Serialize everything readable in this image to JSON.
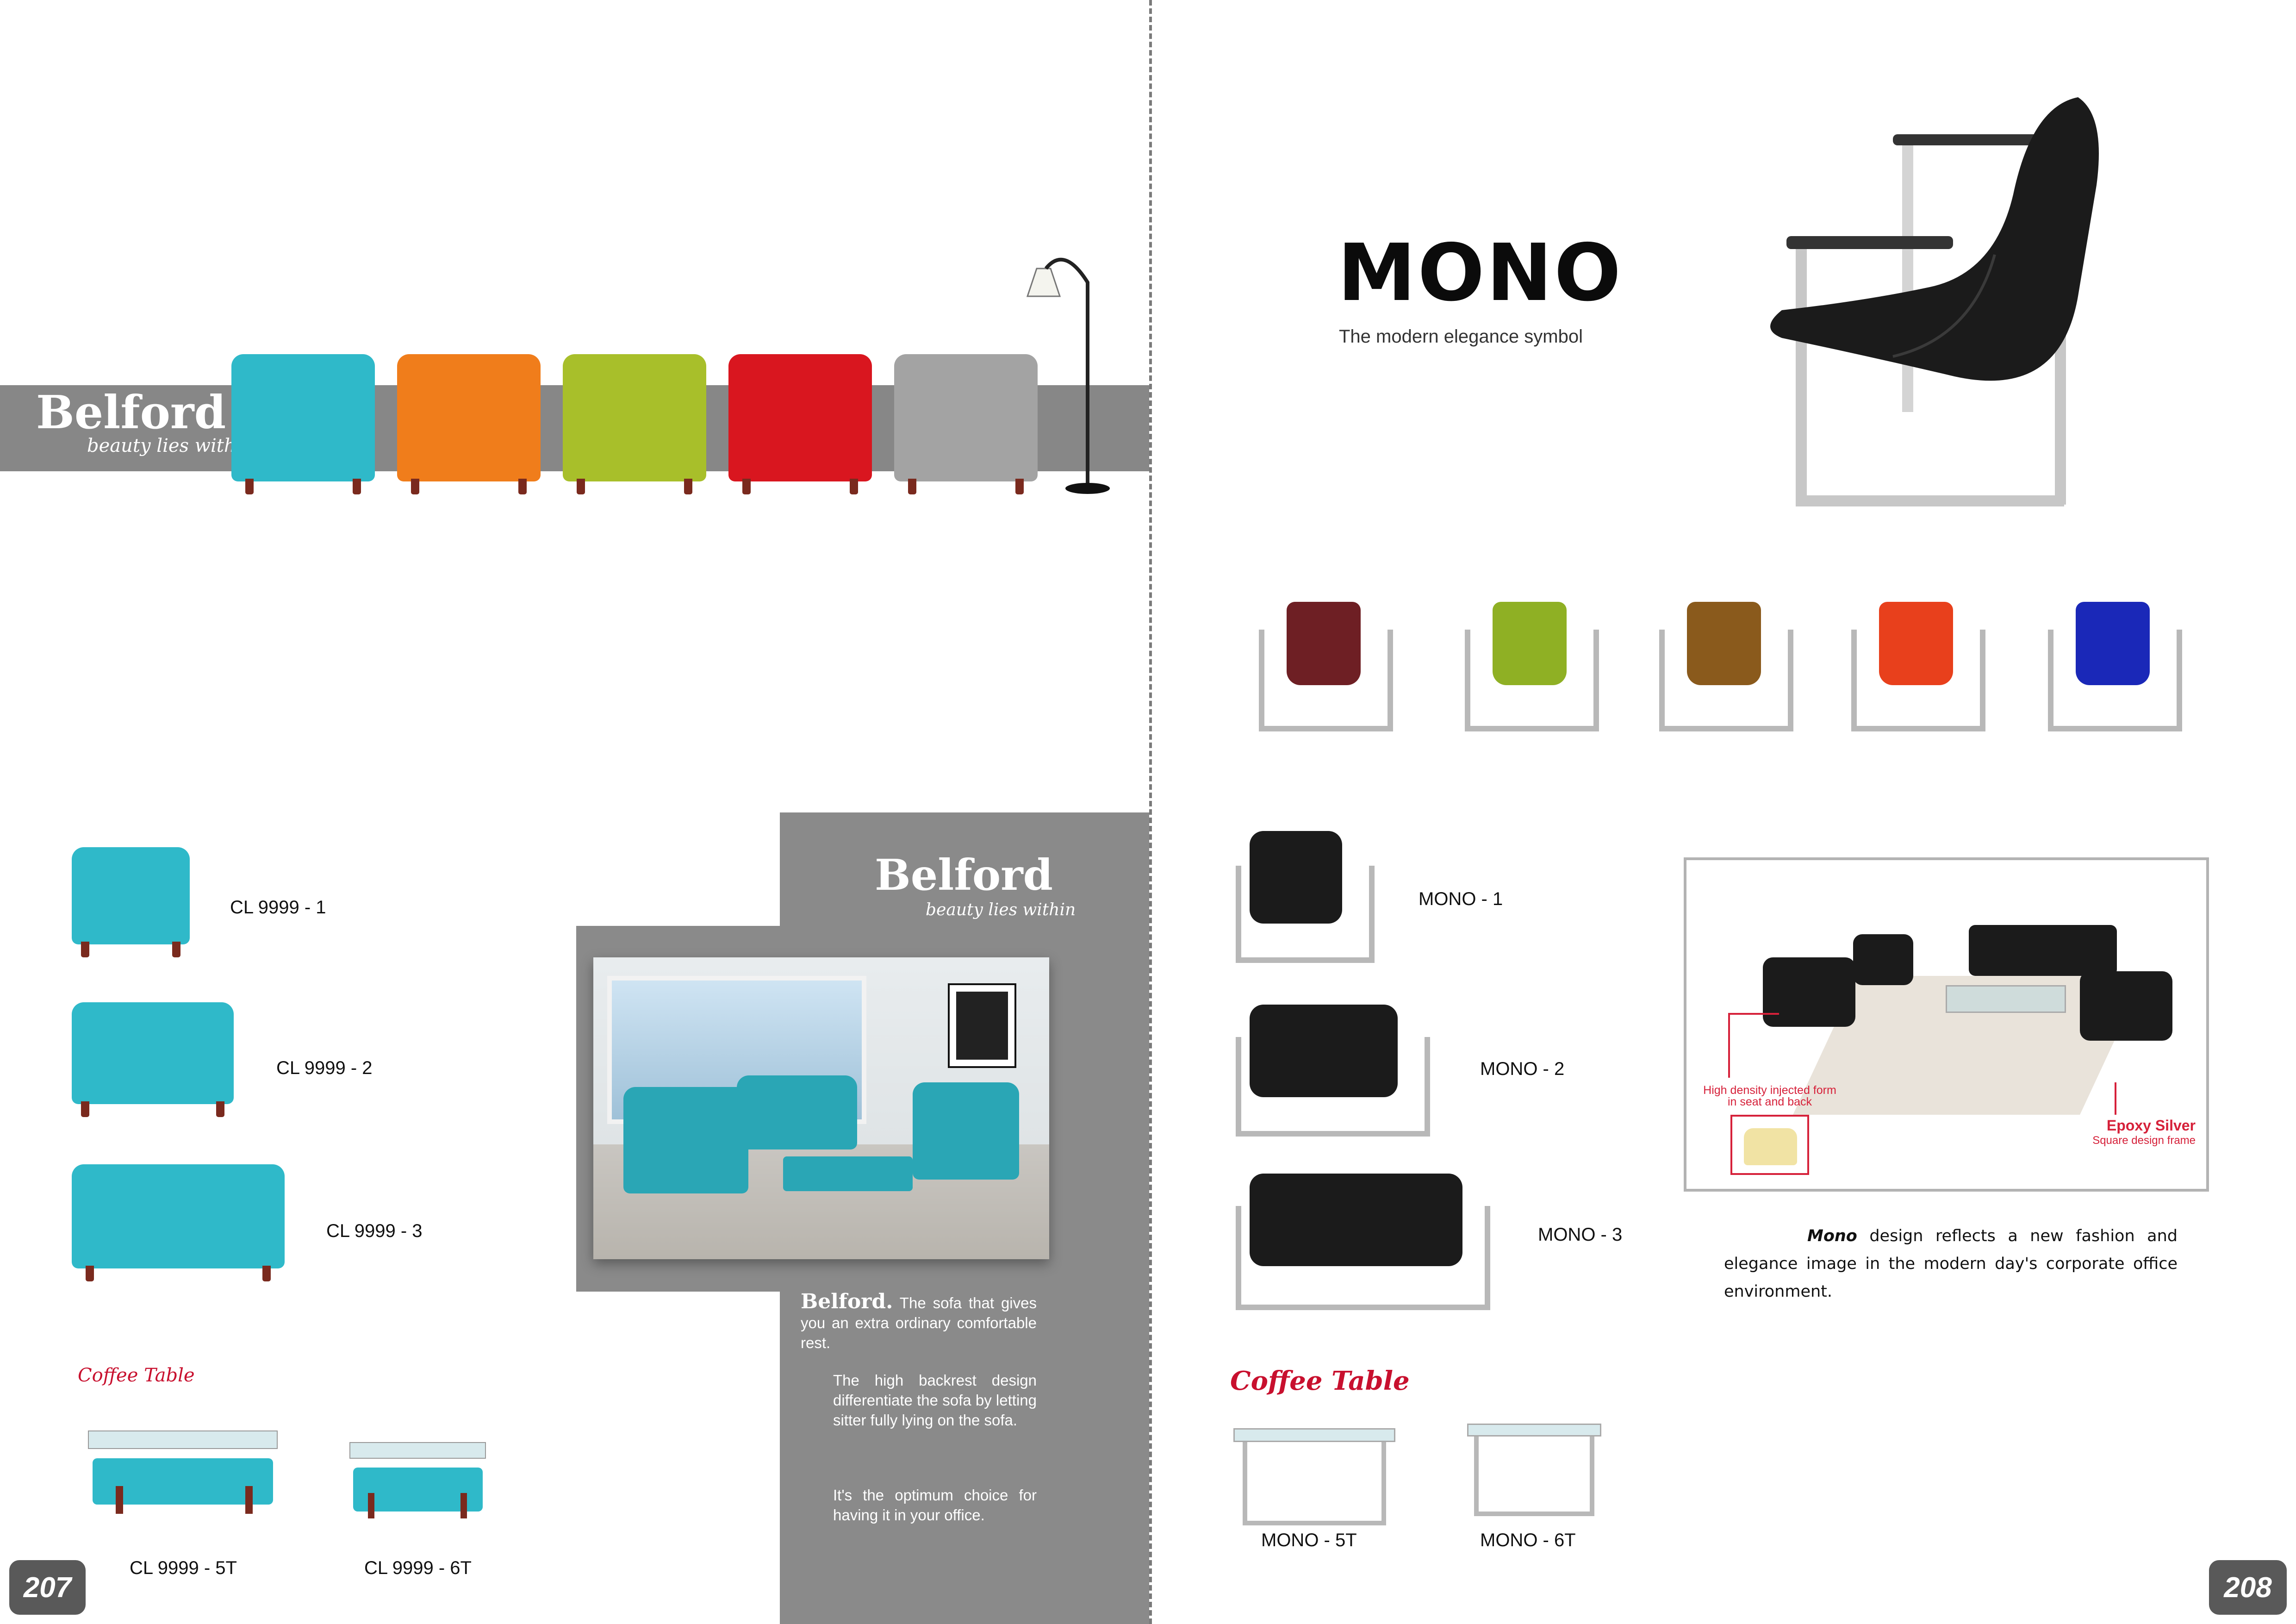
{
  "left_page": {
    "banner": {
      "brand": "Belford",
      "tagline": "beauty lies within"
    },
    "chair_colors": [
      "#2fb9c9",
      "#f07d1b",
      "#a8bf2a",
      "#d9161f",
      "#a3a3a3"
    ],
    "products": [
      {
        "code": "CL 9999 - 1"
      },
      {
        "code": "CL 9999 - 2"
      },
      {
        "code": "CL 9999 - 3"
      }
    ],
    "coffee_table_heading": "Coffee Table",
    "tables": [
      {
        "code": "CL 9999 - 5T"
      },
      {
        "code": "CL 9999 - 6T"
      }
    ],
    "panel": {
      "brand": "Belford",
      "tagline": "beauty lies within",
      "intro_brand": "Belford.",
      "intro_text": " The sofa that gives you an extra ordinary comfortable rest.",
      "paragraph_1": "The high backrest design differentiate the sofa by letting sitter fully lying on the sofa.",
      "paragraph_2": "It's the optimum choice for having it in your office."
    },
    "page_number": "207",
    "sofa_color": "#2fb9c9"
  },
  "right_page": {
    "title": "MONO",
    "subtitle": "The modern elegance symbol",
    "chair_colors": [
      "#6e1f24",
      "#8fb024",
      "#8a5a1c",
      "#e8401c",
      "#1a28b8"
    ],
    "products": [
      {
        "code": "MONO - 1"
      },
      {
        "code": "MONO - 2"
      },
      {
        "code": "MONO - 3"
      }
    ],
    "callouts": {
      "foam_line1": "High density injected form",
      "foam_line2": "in seat and back",
      "frame_title": "Epoxy Silver",
      "frame_sub": "Square design frame"
    },
    "description_brand": "Mono",
    "description_text": " design reflects a new fashion and elegance image in the modern day's corporate office environment.",
    "coffee_table_heading": "Coffee Table",
    "tables": [
      {
        "code": "MONO - 5T"
      },
      {
        "code": "MONO - 6T"
      }
    ],
    "page_number": "208"
  }
}
